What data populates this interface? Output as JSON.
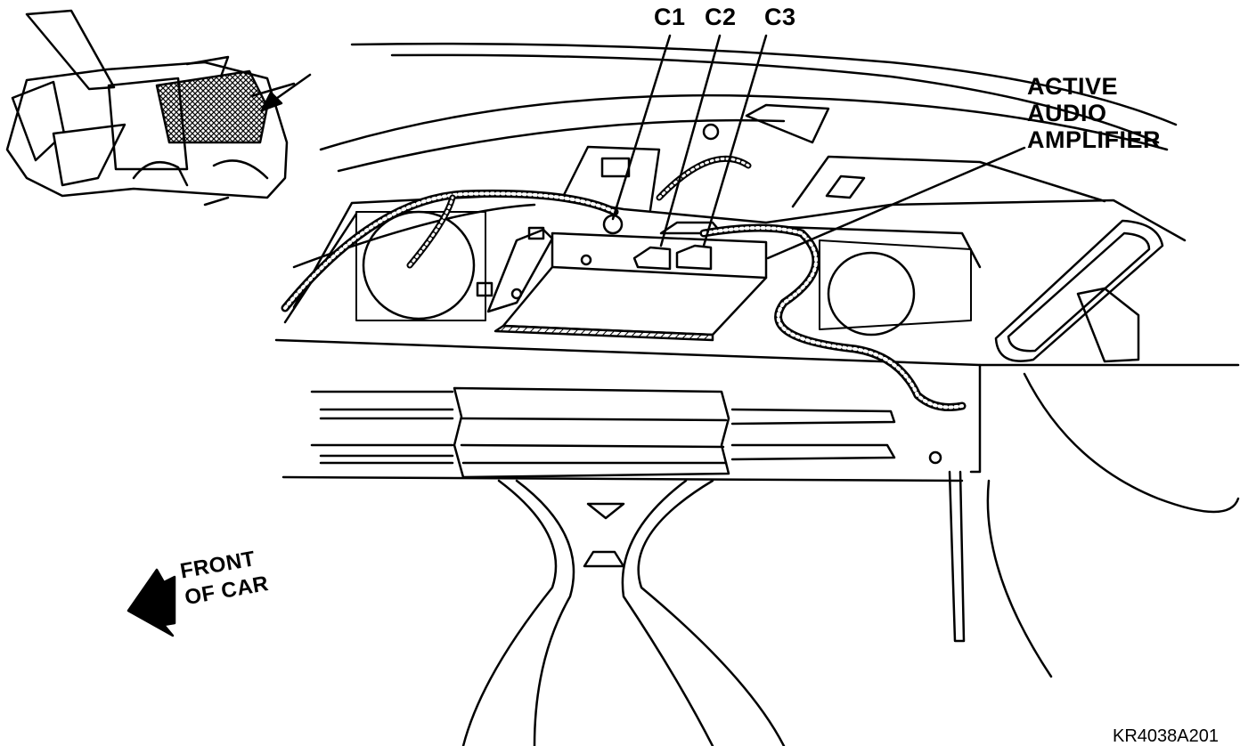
{
  "labels": {
    "c1": "C1",
    "c2": "C2",
    "c3": "C3",
    "amplifier_line1": "ACTIVE",
    "amplifier_line2": "AUDIO",
    "amplifier_line3": "AMPLIFIER",
    "front_line1": "FRONT",
    "front_line2": "OF CAR",
    "figure_code": "KR4038A201"
  },
  "colors": {
    "ink": "#000000",
    "paper": "#ffffff"
  }
}
